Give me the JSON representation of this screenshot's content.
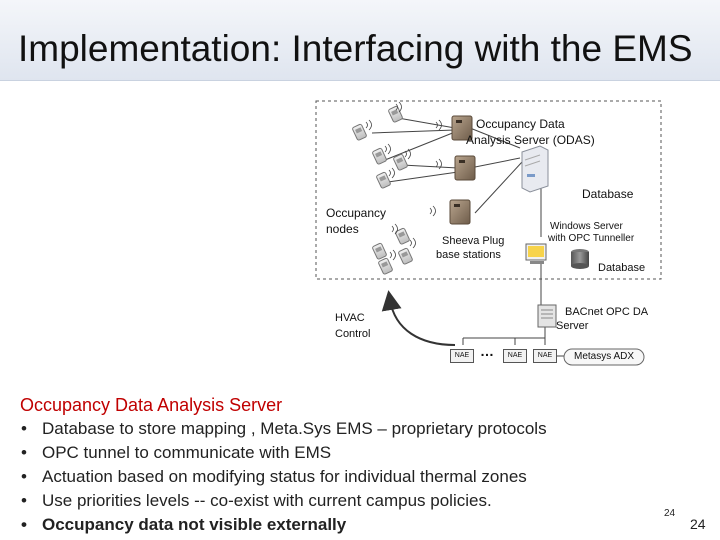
{
  "title": "Implementation: Interfacing with the EMS",
  "diagram": {
    "odas_label_1": "Occupancy Data",
    "odas_label_2": "Analysis Server (ODAS)",
    "database_top": "Database",
    "occupancy_nodes_1": "Occupancy",
    "occupancy_nodes_2": "nodes",
    "sheeva_1": "Sheeva Plug",
    "sheeva_2": "base stations",
    "windows_server_1": "Windows Server",
    "windows_server_2": "with OPC Tunneller",
    "database_bottom": "Database",
    "bacnet_1": "BACnet OPC DA",
    "bacnet_2": "Server",
    "hvac_1": "HVAC",
    "hvac_2": "Control",
    "nae_labels": [
      "NAE",
      "NAE",
      "NAE"
    ],
    "ellipsis": "…",
    "metasys": "Metasys ADX"
  },
  "body": {
    "heading": "Occupancy Data Analysis Server",
    "bullets": [
      "Database to store mapping , Meta.Sys EMS – proprietary protocols",
      "OPC tunnel to communicate with EMS",
      "Actuation based on modifying status  for individual thermal zones",
      "Use priorities levels  -- co-exist with  current campus policies.",
      "Occupancy data not visible externally"
    ]
  },
  "page_number_small": "24",
  "page_number": "24",
  "colors": {
    "heading": "#c00000",
    "title_bar": "#dfe5ef"
  }
}
